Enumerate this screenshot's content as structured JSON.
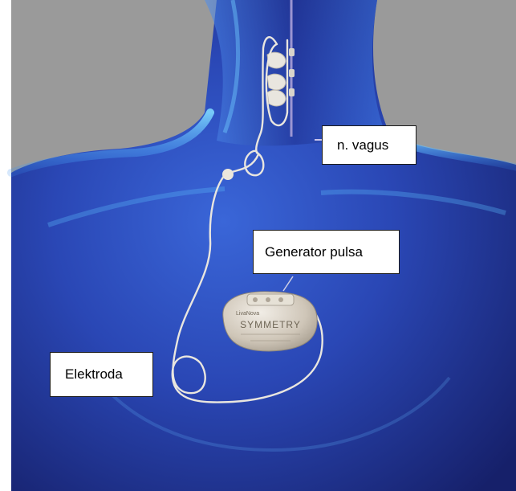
{
  "colors": {
    "background_gray": "#9b9b9b",
    "body_deep_blue": "#1c2a78",
    "body_mid_blue": "#2f55c8",
    "body_highlight": "#57b9f2",
    "lead_wire": "#e9e6df",
    "device_silver": "#c9c1b4",
    "label_border": "#1a1a1a"
  },
  "labels": {
    "vagus": "n. vagus",
    "generator": "Generator pulsa",
    "electrode": "Elektroda"
  },
  "device": {
    "brand": "SYMMETRY",
    "brand_small": "LivaNova",
    "icon": "pulse-generator-icon"
  }
}
